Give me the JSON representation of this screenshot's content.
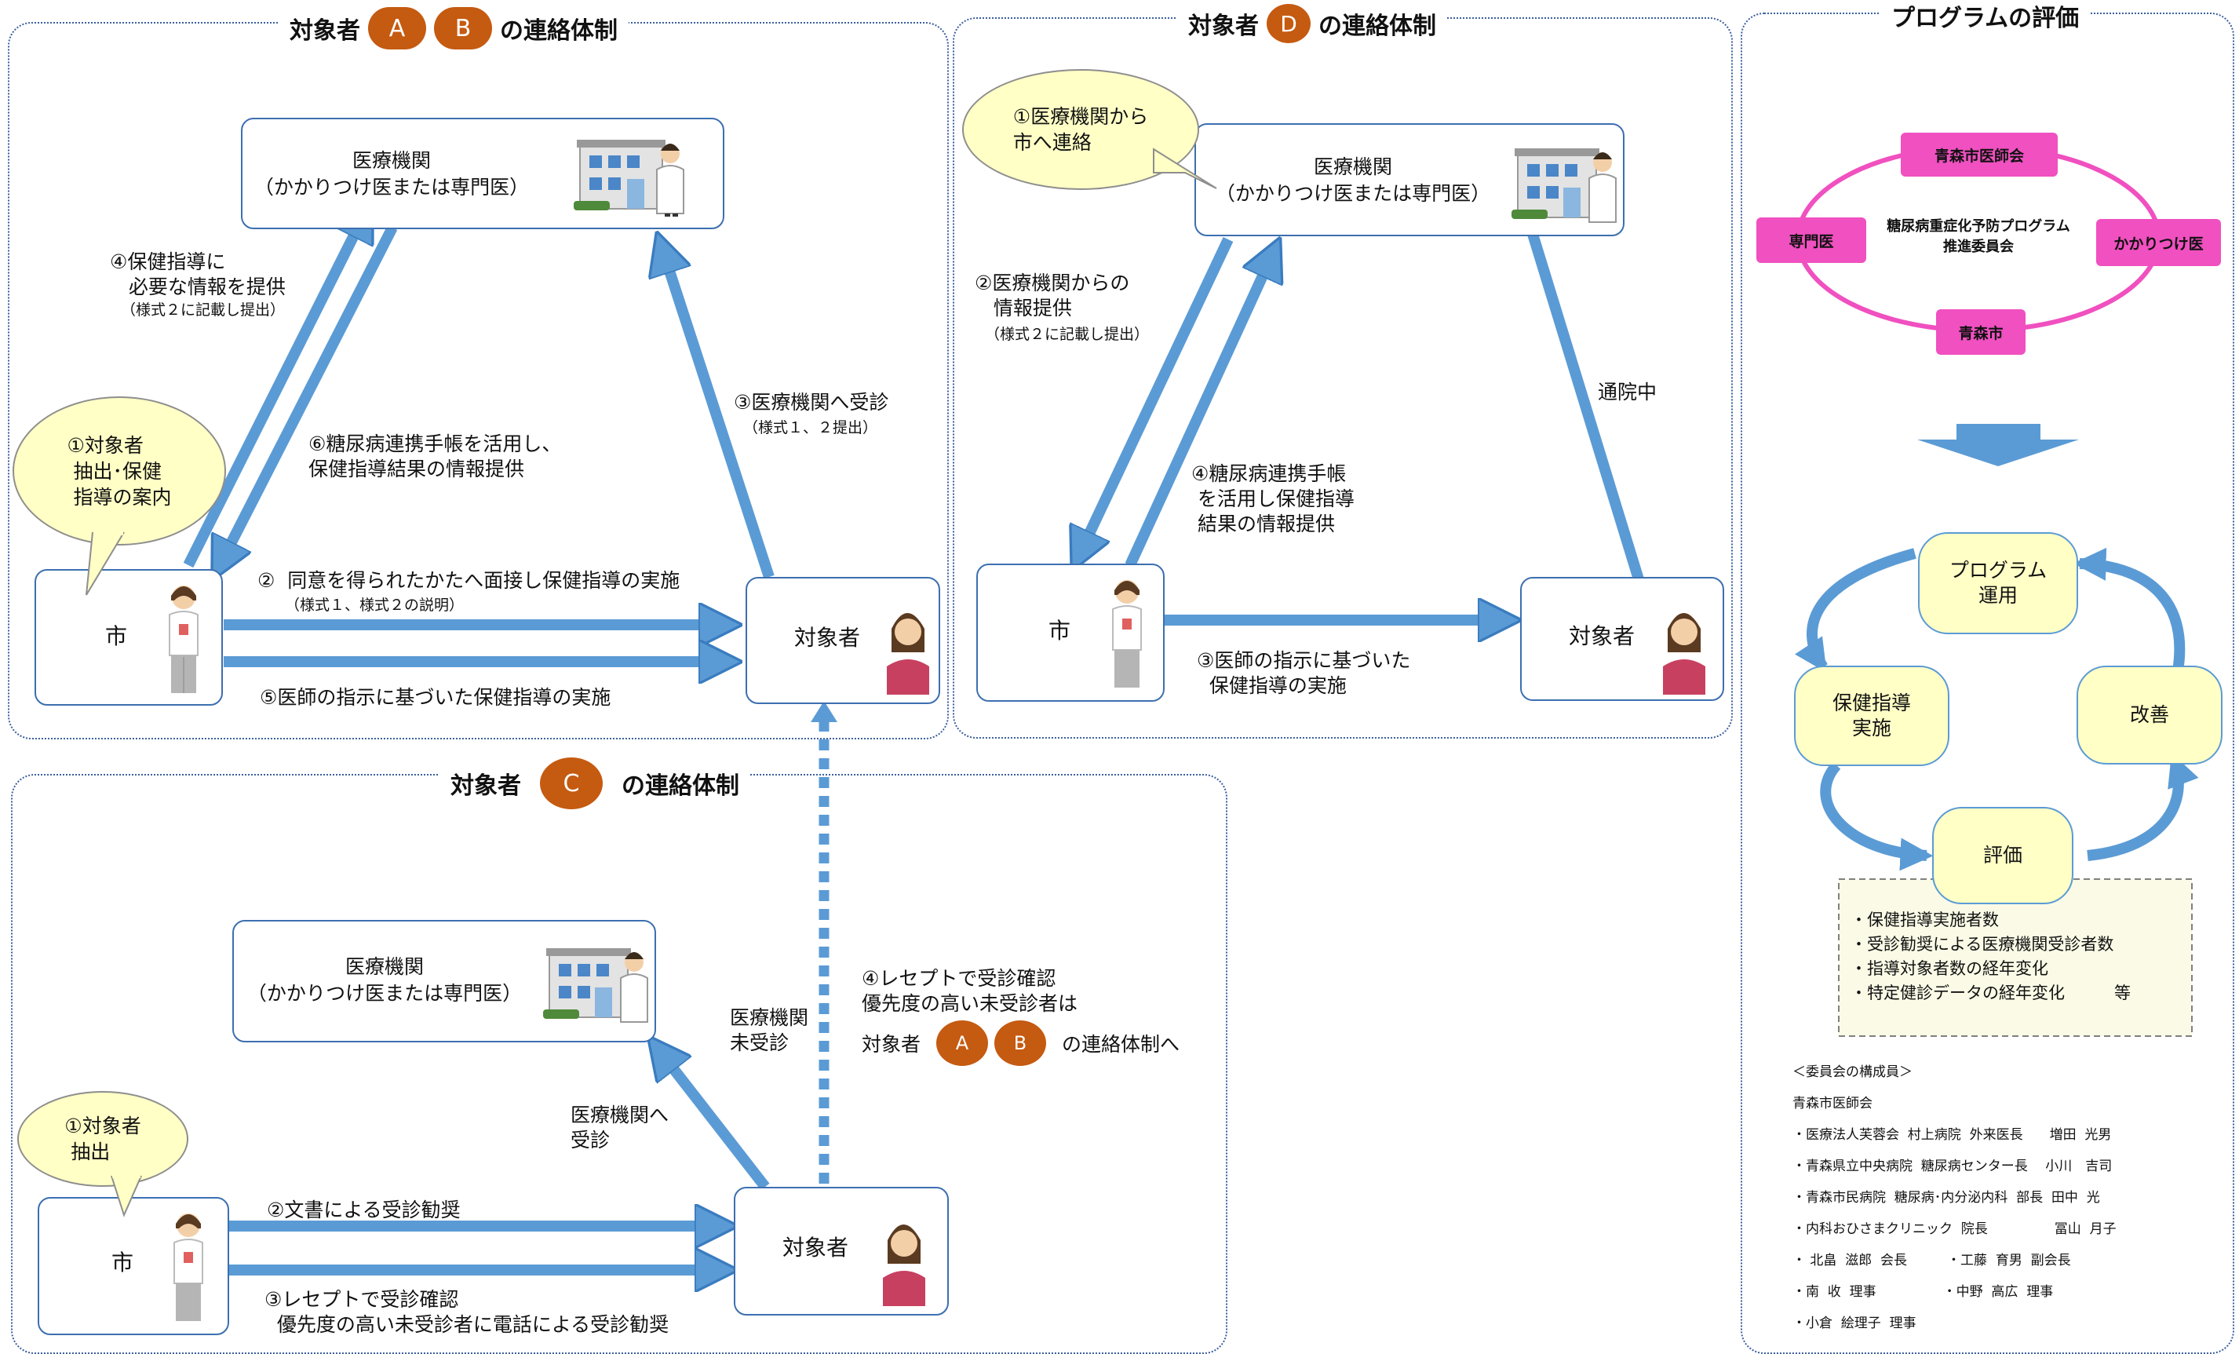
{
  "ab": {
    "title_prefix": "対象者",
    "title_a": "A",
    "title_b": "B",
    "title_suffix": "の連絡体制",
    "medical_name": "医療機関",
    "medical_sub": "（かかりつけ医または専門医）",
    "city": "市",
    "subject": "対象者",
    "balloon": "①対象者\n 抽出･保健\n 指導の案内",
    "step4_title": "④保健指導に\n   必要な情報を提供",
    "step4_note": "（様式２に記載し提出）",
    "step6": "⑥糖尿病連携手帳を活用し、\n保健指導結果の情報提供",
    "step3_title": "③医療機関へ受診",
    "step3_note": "（様式１、２提出）",
    "step2_title": "②  同意を得られたかたへ面接し保健指導の実施",
    "step2_note": "（様式１、様式２の説明）",
    "step5": "⑤医師の指示に基づいた保健指導の実施"
  },
  "d": {
    "title_prefix": "対象者",
    "title_d": "D",
    "title_suffix": "の連絡体制",
    "medical_name": "医療機関",
    "medical_sub": "（かかりつけ医または専門医）",
    "city": "市",
    "subject": "対象者",
    "balloon": "①医療機関から\n市へ連絡",
    "step2_title": "②医療機関からの\n   情報提供",
    "step2_note": "（様式２に記載し提出）",
    "step4": "④糖尿病連携手帳\n を活用し保健指導\n 結果の情報提供",
    "visiting": "通院中",
    "step3": "③医師の指示に基づいた\n  保健指導の実施"
  },
  "c": {
    "title_prefix": "対象者",
    "title_c": "C",
    "title_suffix": "の連絡体制",
    "medical_name": "医療機関",
    "medical_sub": "（かかりつけ医または専門医）",
    "city": "市",
    "subject": "対象者",
    "balloon": "①対象者\n 抽出",
    "visit": "医療機関へ\n受診",
    "not_visited": "医療機関\n未受診",
    "step4": "④レセプトで受診確認\n優先度の高い未受診者は",
    "step4_prefix": "対象者",
    "step4_a": "A",
    "step4_b": "B",
    "step4_suffix": "の連絡体制へ",
    "step2": "②文書による受診勧奨",
    "step3": "③レセプトで受診確認\n  優先度の高い未受診者に電話による受診勧奨"
  },
  "evaluation": {
    "title": "プログラムの評価",
    "committee_center": "糖尿病重症化予防プログラム\n推進委員会",
    "committee_top": "青森市医師会",
    "committee_left": "専門医",
    "committee_right": "かかりつけ医",
    "committee_bottom": "青森市",
    "cycle_run": "プログラム\n運用",
    "cycle_implement": "保健指導\n実施",
    "cycle_improve": "改善",
    "cycle_eval": "評価",
    "metrics": "・保健指導実施者数\n・受診勧奨による医療機関受診者数\n・指導対象者数の経年変化\n・特定健診データの経年変化　　　等",
    "members": [
      "＜委員会の構成員＞",
      "青森市医師会",
      "・医療法人芙蓉会  村上病院  外来医長　　増田  光男",
      "・青森県立中央病院  糖尿病センター長　 小川　吉司",
      "・青森市民病院  糖尿病･内分泌内科  部長  田中  光",
      "・内科おひさまクリニック  院長　　　　　冨山  月子",
      "・ 北畠  滋郎  会長　　　・工藤  育男  副会長",
      "・南  收  理事　　　　　・中野  高広  理事",
      "・小倉  絵理子  理事"
    ]
  },
  "colors": {
    "arrow": "#5b9bd5",
    "circle": "#c55a11",
    "balloon": "#ffffc6",
    "committee": "#f050c0",
    "frame": "#3d5f9e"
  }
}
